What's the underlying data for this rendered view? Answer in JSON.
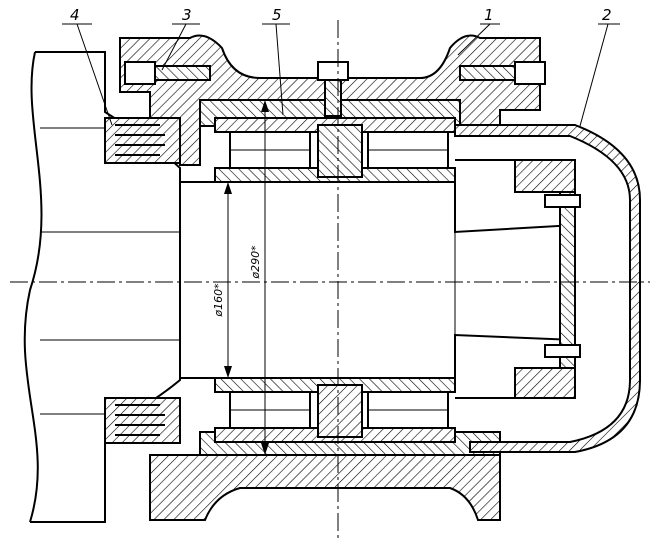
{
  "callouts": [
    {
      "id": "4",
      "label": "4"
    },
    {
      "id": "3",
      "label": "3"
    },
    {
      "id": "5",
      "label": "5"
    },
    {
      "id": "1",
      "label": "1"
    },
    {
      "id": "2",
      "label": "2"
    }
  ],
  "dimensions": {
    "inner_diameter": "ø160*",
    "outer_diameter": "ø290*"
  }
}
